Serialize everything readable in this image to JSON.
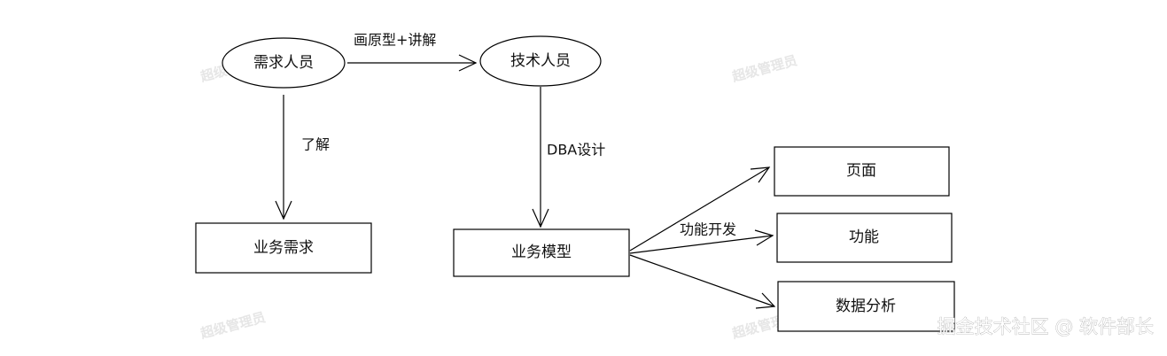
{
  "diagram": {
    "nodes": {
      "req_people": "需求人员",
      "tech_people": "技术人员",
      "biz_req": "业务需求",
      "biz_model": "业务模型",
      "page": "页面",
      "function": "功能",
      "data_analysis": "数据分析"
    },
    "edges": {
      "prototype": "画原型+讲解",
      "understand": "了解",
      "dba_design": "DBA设计",
      "feature_dev": "功能开发"
    }
  },
  "watermark": "超级管理员",
  "credit": "掘金技术社区 @ 软件部长",
  "colors": {
    "stroke": "#000000",
    "text": "#111111",
    "watermark": "#e6e6e6"
  }
}
